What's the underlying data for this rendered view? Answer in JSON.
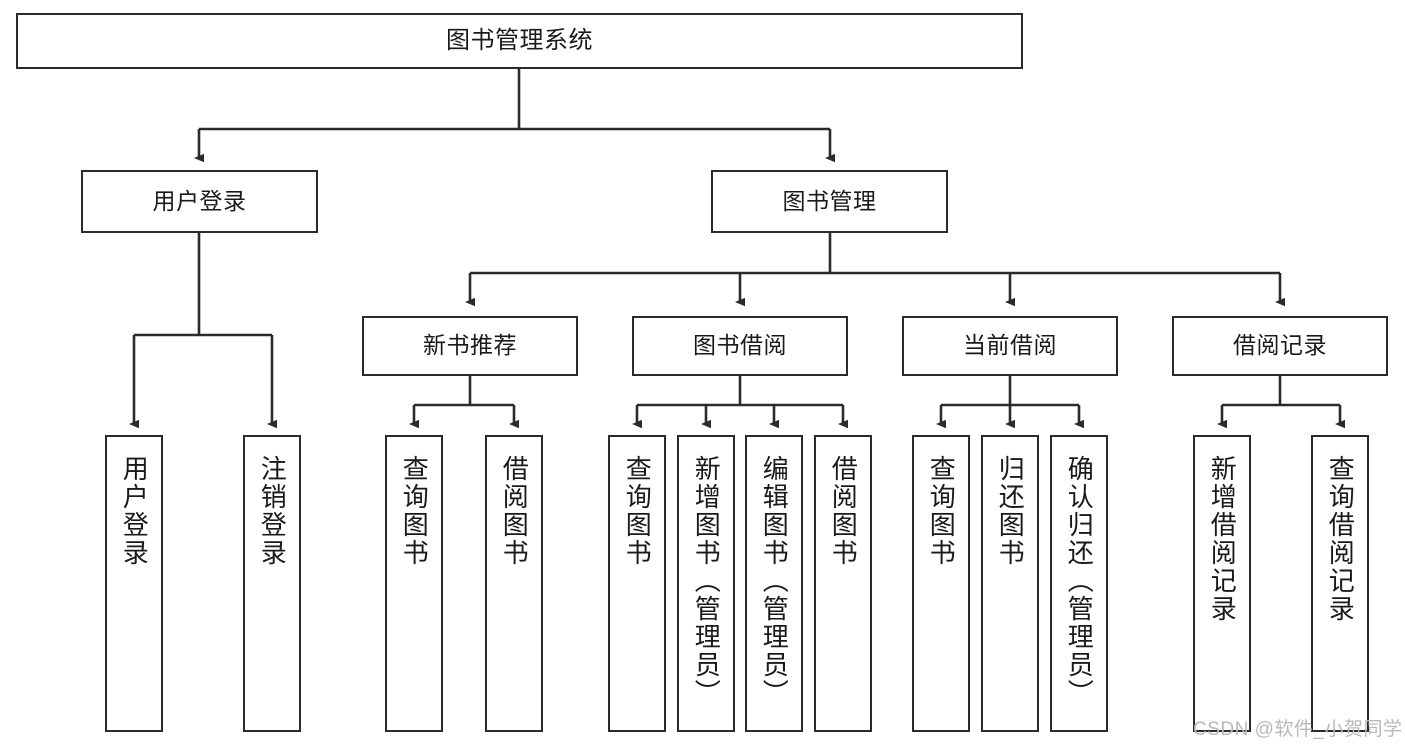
{
  "diagram": {
    "title": "图书管理系统",
    "watermark": "CSDN @软件_小贺同学",
    "line_color": "#2b2b2b",
    "box_fill": "#ffffff",
    "text_color": "#1a1a1a",
    "nodes": {
      "root": {
        "label": "图书管理系统"
      },
      "level2": [
        {
          "label": "用户登录"
        },
        {
          "label": "图书管理"
        }
      ],
      "level3": [
        {
          "label": "新书推荐"
        },
        {
          "label": "图书借阅"
        },
        {
          "label": "当前借阅"
        },
        {
          "label": "借阅记录"
        }
      ],
      "leaves": {
        "user_login": [
          {
            "label": "用户登录"
          },
          {
            "label": "注销登录"
          }
        ],
        "new_book_recommend": [
          {
            "label": "查询图书"
          },
          {
            "label": "借阅图书"
          }
        ],
        "book_borrow": [
          {
            "label": "查询图书"
          },
          {
            "label": "新增图书（管理员）"
          },
          {
            "label": "编辑图书（管理员）"
          },
          {
            "label": "借阅图书"
          }
        ],
        "current_borrow": [
          {
            "label": "查询图书"
          },
          {
            "label": "归还图书"
          },
          {
            "label": "确认归还（管理员）"
          }
        ],
        "borrow_record": [
          {
            "label": "新增借阅记录"
          },
          {
            "label": "查询借阅记录"
          }
        ]
      }
    }
  }
}
